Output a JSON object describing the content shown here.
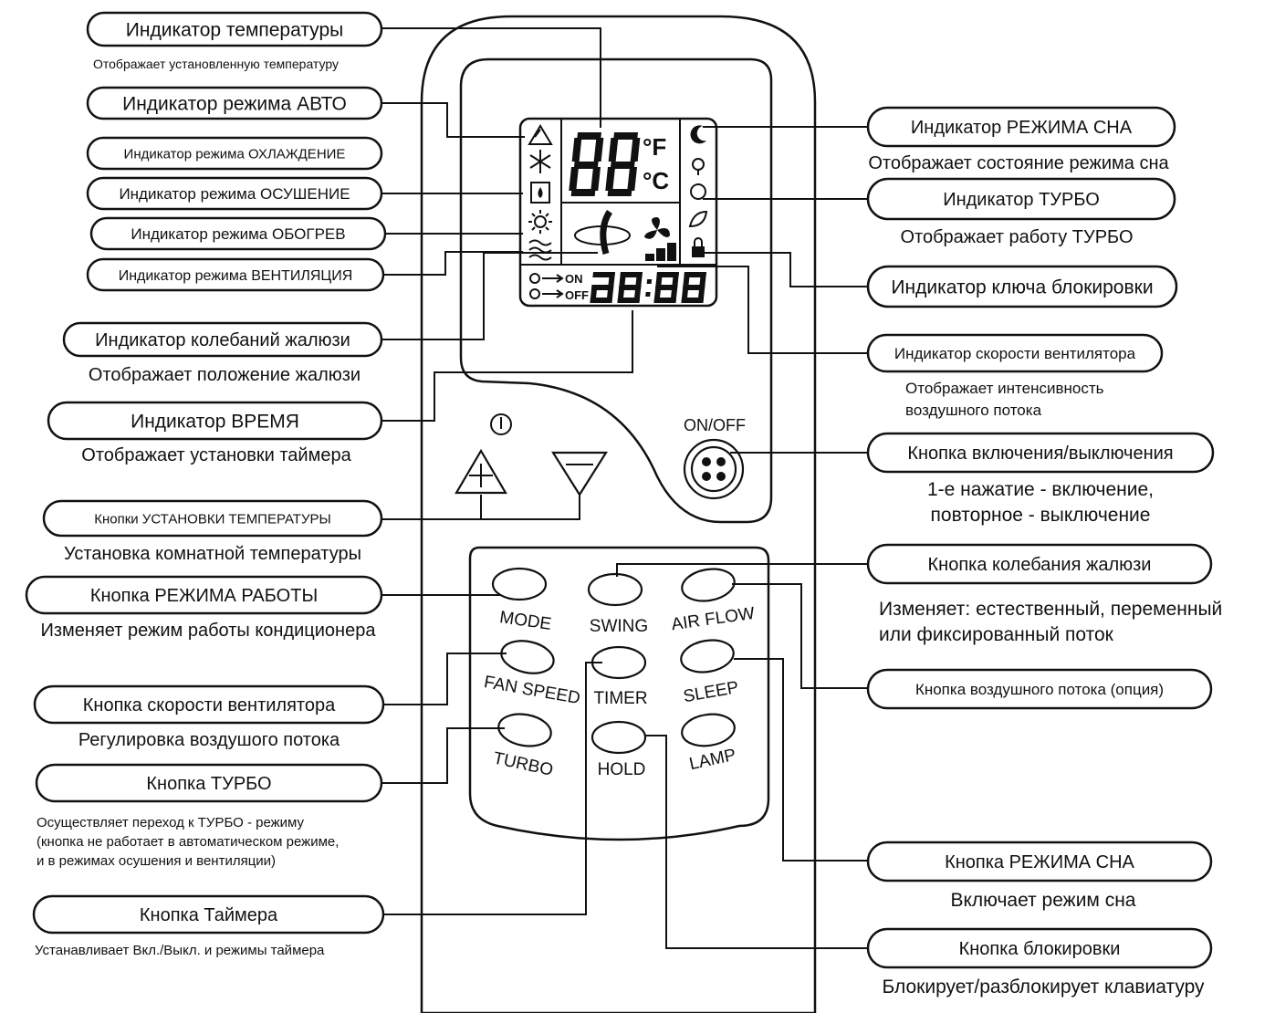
{
  "left_labels": [
    {
      "id": "temp-indicator",
      "label": "Индикатор температуры",
      "desc": [
        "Отображает установленную температуру"
      ]
    },
    {
      "id": "auto-mode",
      "label": "Индикатор режима АВТО",
      "desc": []
    },
    {
      "id": "cool-mode",
      "label": "Индикатор режима ОХЛАЖДЕНИЕ",
      "desc": []
    },
    {
      "id": "dry-mode",
      "label": "Индикатор режима ОСУШЕНИЕ",
      "desc": []
    },
    {
      "id": "heat-mode",
      "label": "Индикатор режима ОБОГРЕВ",
      "desc": []
    },
    {
      "id": "fan-mode",
      "label": "Индикатор режима ВЕНТИЛЯЦИЯ",
      "desc": []
    },
    {
      "id": "swing-indicator",
      "label": "Индикатор колебаний жалюзи",
      "desc": [
        "Отображает положение жалюзи"
      ]
    },
    {
      "id": "time-indicator",
      "label": "Индикатор ВРЕМЯ",
      "desc": [
        "Отображает установки таймера"
      ]
    },
    {
      "id": "temp-buttons",
      "label": "Кнопки УСТАНОВКИ ТЕМПЕРАТУРЫ",
      "desc": [
        "Установка комнатной температуры"
      ]
    },
    {
      "id": "mode-button",
      "label": "Кнопка РЕЖИМА РАБОТЫ",
      "desc": [
        "Изменяет режим работы кондиционера"
      ]
    },
    {
      "id": "fanspeed-button",
      "label": "Кнопка скорости вентилятора",
      "desc": [
        "Регулировка воздушого потока"
      ]
    },
    {
      "id": "turbo-button",
      "label": "Кнопка ТУРБО",
      "desc": [
        "Осуществляет переход к ТУРБО - режиму",
        "(кнопка не работает в автоматическом режиме,",
        "и в режимах осушения и вентиляции)"
      ]
    },
    {
      "id": "timer-button",
      "label": "Кнопка Таймера",
      "desc": [
        "Устанавливает Вкл./Выкл. и режимы таймера"
      ]
    }
  ],
  "right_labels": [
    {
      "id": "sleep-indicator",
      "label": "Индикатор РЕЖИМА СНА",
      "desc": [
        "Отображает состояние режима сна"
      ]
    },
    {
      "id": "turbo-indicator",
      "label": "Индикатор ТУРБО",
      "desc": [
        "Отображает работу ТУРБО"
      ]
    },
    {
      "id": "lock-indicator",
      "label": "Индикатор ключа блокировки",
      "desc": []
    },
    {
      "id": "fanspeed-indicator",
      "label": "Индикатор скорости вентилятора",
      "desc": [
        "Отображает интенсивность",
        "воздушного потока"
      ]
    },
    {
      "id": "onoff-button",
      "label": "Кнопка включения/выключения",
      "desc": [
        "1-е нажатие - включение,",
        "повторное - выключение"
      ]
    },
    {
      "id": "swing-button",
      "label": "Кнопка колебания жалюзи",
      "desc": [
        "Изменяет: естественный, переменный",
        "или фиксированный поток"
      ]
    },
    {
      "id": "airflow-button",
      "label": "Кнопка воздушного потока (опция)",
      "desc": []
    },
    {
      "id": "sleep-button",
      "label": "Кнопка РЕЖИМА СНА",
      "desc": [
        "Включает режим сна"
      ]
    },
    {
      "id": "lock-button",
      "label": "Кнопка блокировки",
      "desc": [
        "Блокирует/разблокирует клавиатуру"
      ]
    }
  ],
  "remote": {
    "lcd": {
      "temp_digits": "88",
      "unit_f": "°F",
      "unit_c": "°C",
      "time_digits": "88:88",
      "timer_on": "ON",
      "timer_off": "OFF"
    },
    "onoff_label": "ON/OFF",
    "buttons": {
      "mode": "MODE",
      "swing": "SWING",
      "airflow": "AIR FLOW",
      "fanspeed": "FAN SPEED",
      "timer": "TIMER",
      "sleep": "SLEEP",
      "turbo": "TURBO",
      "hold": "HOLD",
      "lamp": "LAMP"
    }
  },
  "icons": {
    "thermometer": "thermometer-icon",
    "up": "temperature-up-icon",
    "down": "temperature-down-icon",
    "auto": "recycle-triangle-icon",
    "cool": "snowflake-icon",
    "dry": "water-drop-icon",
    "heat": "sun-icon",
    "fan": "wind-waves-icon",
    "swing": "swing-louver-icon",
    "fanblade": "fan-blade-icon",
    "sleep": "moon-icon",
    "lamp": "bulb-icon",
    "turbo": "turbo-icon",
    "leaf": "leaf-icon",
    "lock": "lock-icon",
    "power": "power-button-icon"
  }
}
